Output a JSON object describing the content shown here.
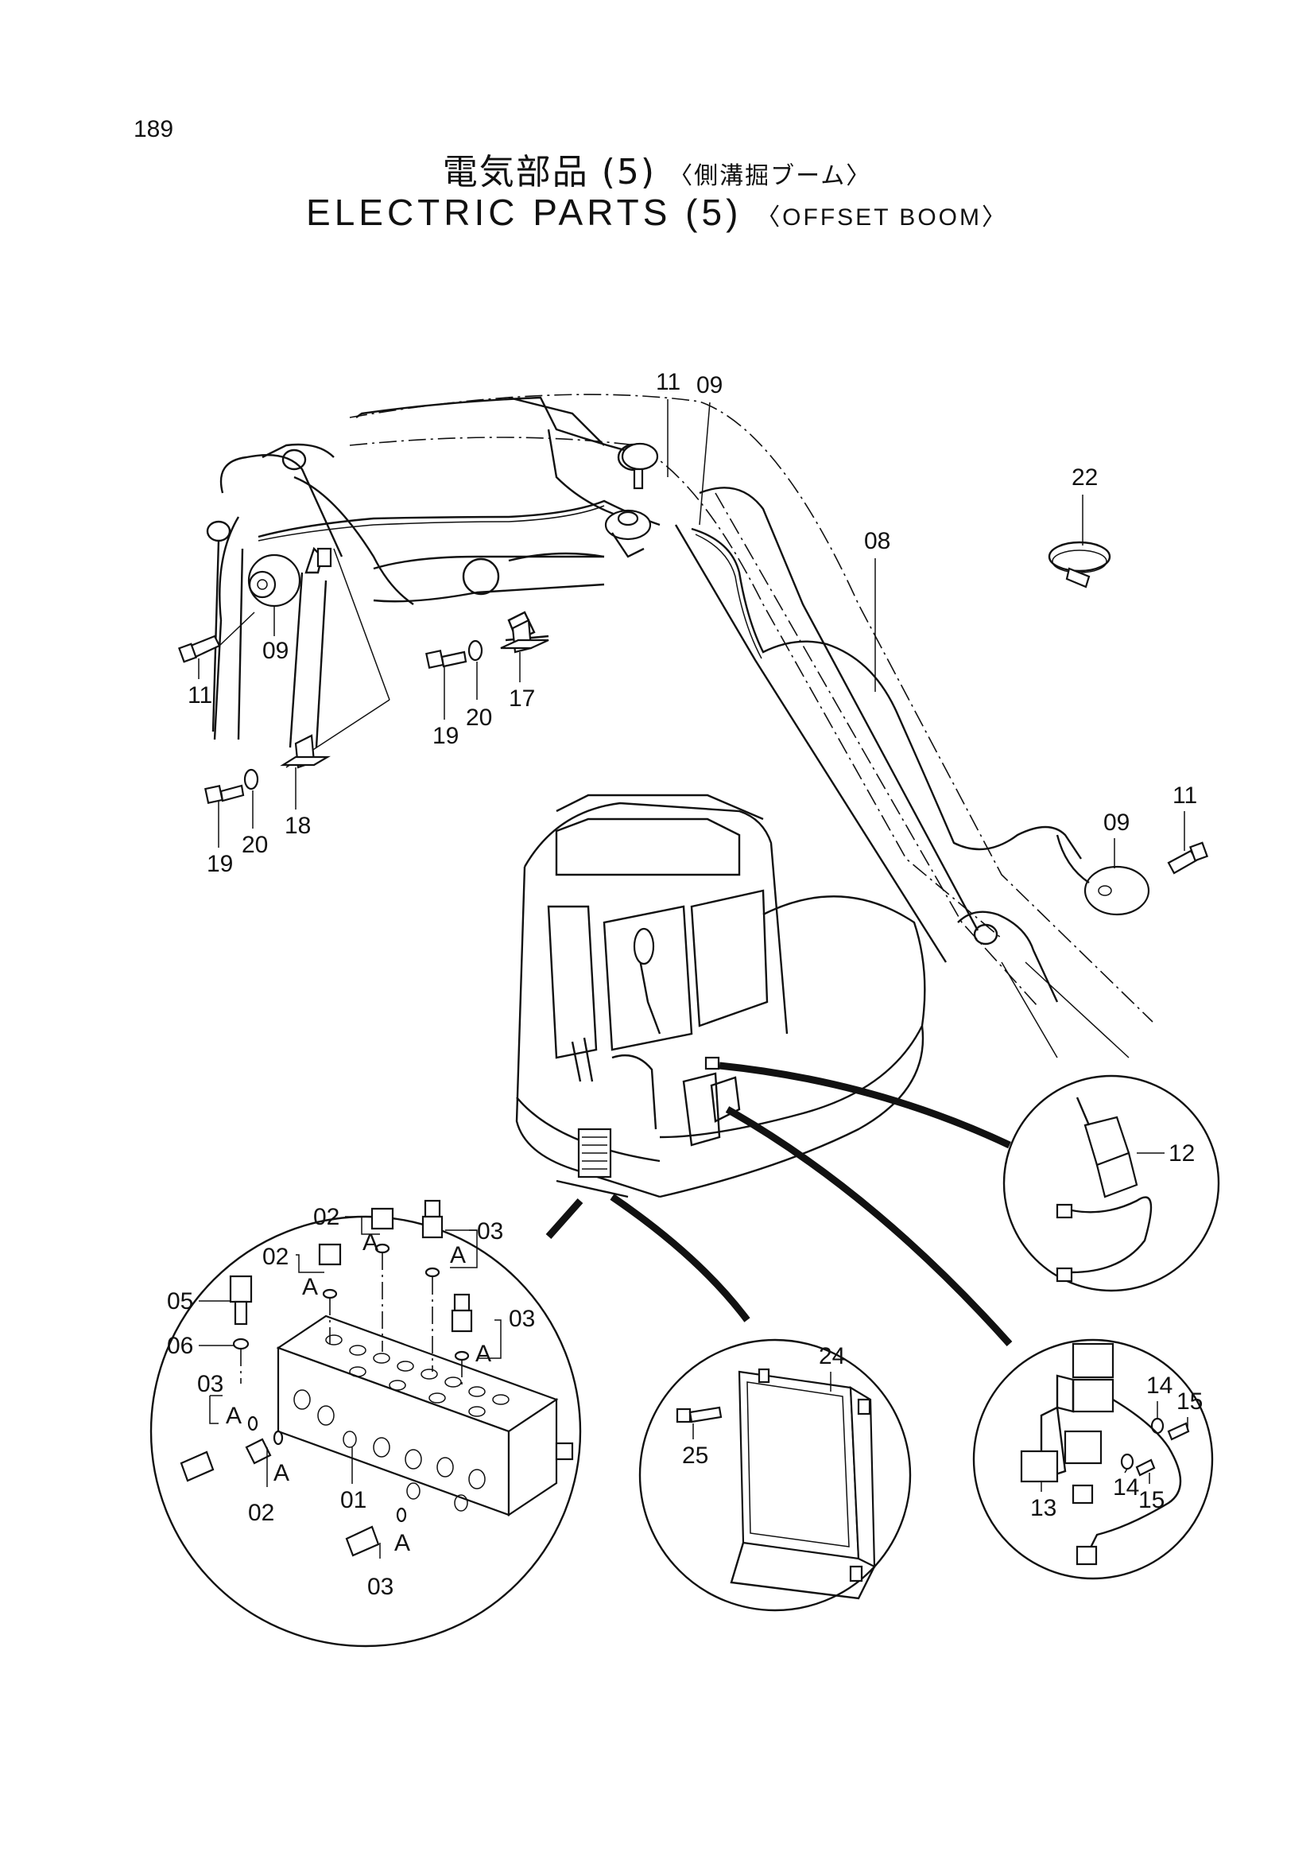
{
  "page_number": "189",
  "title_jp": {
    "main": "電気部品 (5)",
    "sub": "〈側溝掘ブーム〉"
  },
  "title_en": {
    "main": "ELECTRIC PARTS (5)",
    "sub": "〈OFFSET BOOM〉"
  },
  "callouts": {
    "c11_top": "11",
    "c09_top": "09",
    "c22": "22",
    "c08": "08",
    "c09_left": "09",
    "c11_left": "11",
    "c19_mid": "19",
    "c20_mid": "20",
    "c17": "17",
    "c19_low": "19",
    "c20_low": "20",
    "c18": "18",
    "c11_right": "11",
    "c09_right": "09",
    "c12": "12",
    "c24": "24",
    "c25": "25",
    "c14_a": "14",
    "c15_a": "15",
    "c14_b": "14",
    "c15_b": "15",
    "c13": "13",
    "c02_a": "02",
    "c02_b": "02",
    "c02_c": "02",
    "c03_a": "03",
    "c03_b": "03",
    "c03_c": "03",
    "c03_d": "03",
    "c05": "05",
    "c06": "06",
    "c01": "01",
    "ref_a1": "A",
    "ref_a2": "A",
    "ref_a3": "A",
    "ref_a4": "A",
    "ref_a5": "A",
    "ref_a6": "A",
    "ref_a7": "A"
  }
}
